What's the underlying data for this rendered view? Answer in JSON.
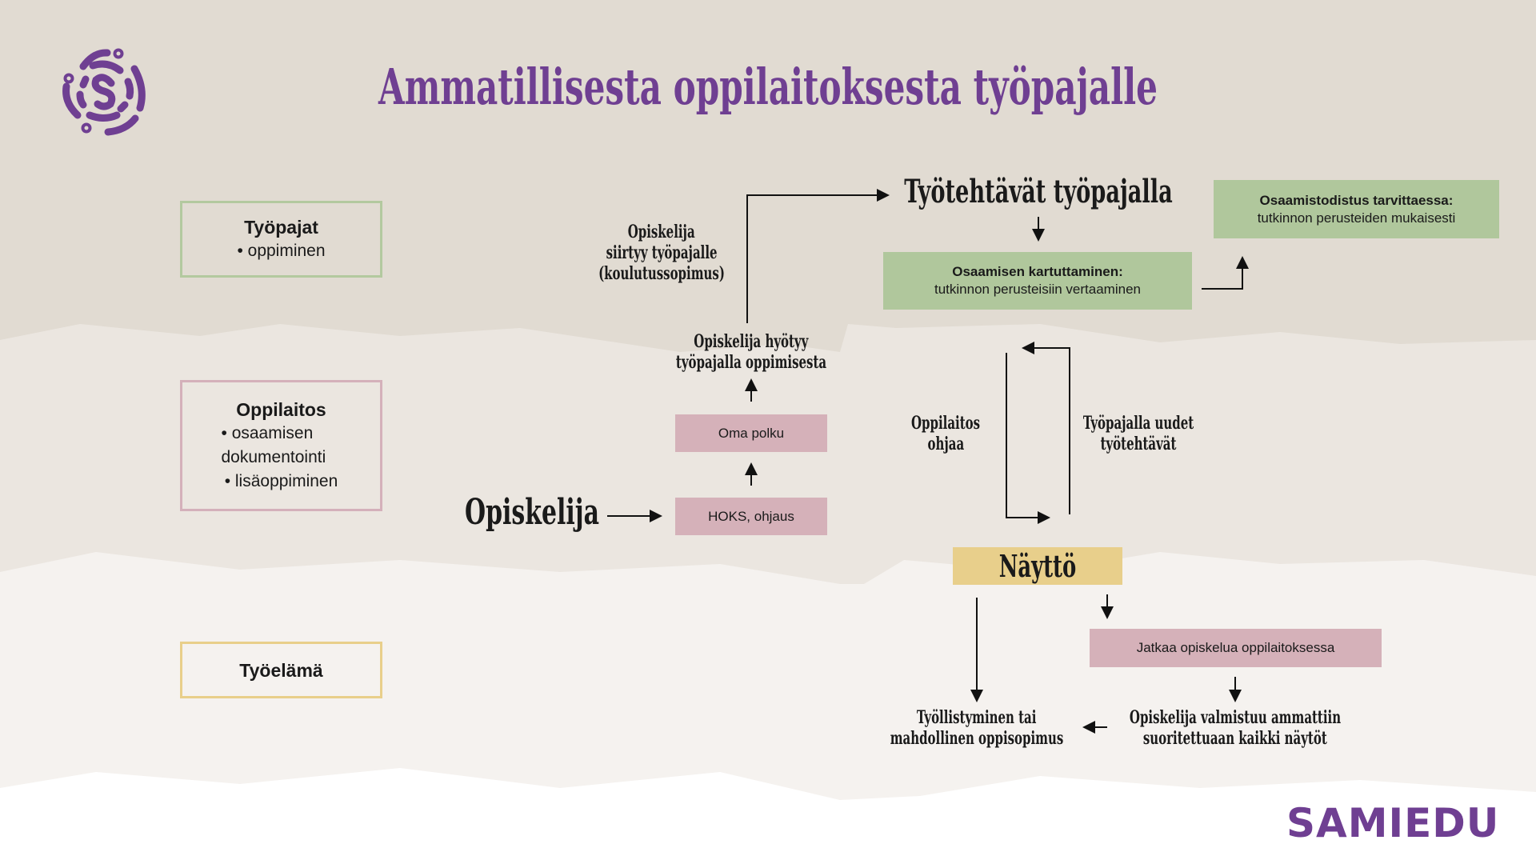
{
  "title": "Ammatillisesta oppilaitoksesta työpajalle",
  "colors": {
    "purple": "#6f3f92",
    "green": "#b0c79c",
    "pink": "#d5b1b9",
    "yellow": "#e8cf8b",
    "band_top": "#e1dbd2",
    "band_mid": "#ebe6e0",
    "band_low": "#f5f2ef"
  },
  "legend": {
    "tyopajat": {
      "title": "Työpajat",
      "items": [
        "oppiminen"
      ]
    },
    "oppilaitos": {
      "title": "Oppilaitos",
      "items": [
        "osaamisen dokumentointi",
        "lisäoppiminen"
      ]
    },
    "tyoelama": {
      "title": "Työelämä"
    }
  },
  "flow": {
    "opiskelija": "Opiskelija",
    "hoks": "HOKS, ohjaus",
    "oma_polku": "Oma polku",
    "hyotyy": [
      "Opiskelija hyötyy",
      "työpajalla oppimisesta"
    ],
    "siirtyy": [
      "Opiskelija",
      "siirtyy työpajalle",
      "(koulutussopimus)"
    ],
    "tyotehtavat": "Työtehtävät työpajalla",
    "kartuttaminen": {
      "title": "Osaamisen kartuttaminen:",
      "text": "tutkinnon perusteisiin vertaaminen"
    },
    "osaamistodistus": {
      "title": "Osaamistodistus tarvittaessa:",
      "text": "tutkinnon perusteiden mukaisesti"
    },
    "oppilaitos_ohjaa": [
      "Oppilaitos",
      "ohjaa"
    ],
    "uudet_tehtavat": [
      "Työpajalla uudet",
      "työtehtävät"
    ],
    "naytto": "Näyttö",
    "jatkaa": "Jatkaa opiskelua oppilaitoksessa",
    "tyollistyminen": [
      "Työllistyminen tai",
      "mahdollinen oppisopimus"
    ],
    "valmistuu": [
      "Opiskelija valmistuu ammattiin",
      "suoritettuaan kaikki näytöt"
    ]
  },
  "brand": "SAMIEDU",
  "icons": {
    "logo": "samiedu-spiral-logo"
  }
}
